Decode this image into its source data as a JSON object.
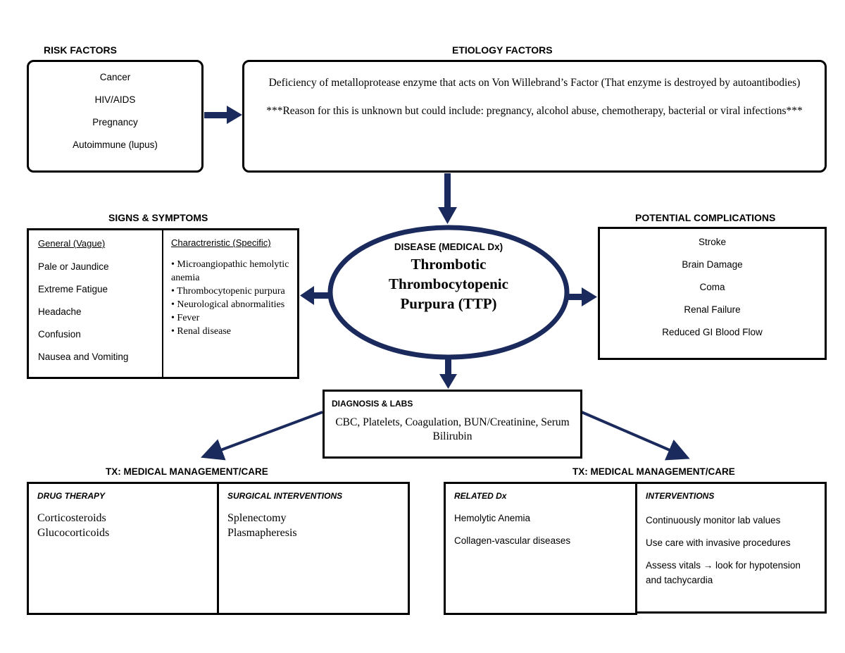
{
  "risk_factors": {
    "title": "RISK FACTORS",
    "items": [
      "Cancer",
      "HIV/AIDS",
      "Pregnancy",
      "Autoimmune (lupus)"
    ]
  },
  "etiology": {
    "title": "ETIOLOGY FACTORS",
    "line1": "Deficiency of metalloprotease enzyme that acts on Von Willebrand’s Factor (That enzyme is destroyed by autoantibodies)",
    "line2": "***Reason for this is unknown but could include: pregnancy, alcohol abuse, chemotherapy, bacterial or viral infections***"
  },
  "signs": {
    "title": "SIGNS & SYMPTOMS",
    "general_header": "General (Vague)",
    "general_items": [
      "Pale or Jaundice",
      "Extreme Fatigue",
      "Headache",
      "Confusion",
      "Nausea and Vomiting"
    ],
    "specific_header": "Charactreristic (Specific)",
    "specific_items": [
      "• Microangiopathic hemolytic anemia",
      "• Thrombocytopenic purpura",
      "• Neurological abnormalities",
      "• Fever",
      "• Renal disease"
    ]
  },
  "disease": {
    "label": "DISEASE (MEDICAL Dx)",
    "name_line1": "Thrombotic",
    "name_line2": "Thrombocytopenic",
    "name_line3": "Purpura (TTP)"
  },
  "complications": {
    "title": "POTENTIAL COMPLICATIONS",
    "items": [
      "Stroke",
      "Brain Damage",
      "Coma",
      "Renal Failure",
      "Reduced GI Blood Flow"
    ]
  },
  "diagnosis": {
    "title": "DIAGNOSIS & LABS",
    "text": "CBC, Platelets, Coagulation, BUN/Creatinine, Serum Bilirubin"
  },
  "tx_left": {
    "title": "TX: MEDICAL MANAGEMENT/CARE",
    "drug_header": "DRUG THERAPY",
    "drug_items": [
      "Corticosteroids",
      "Glucocorticoids"
    ],
    "surgical_header": "SURGICAL INTERVENTIONS",
    "surgical_items": [
      "Splenectomy",
      "Plasmapheresis"
    ]
  },
  "tx_right": {
    "title": "TX: MEDICAL MANAGEMENT/CARE",
    "related_header": "RELATED Dx",
    "related_items": [
      "Hemolytic Anemia",
      "Collagen-vascular diseases"
    ],
    "interventions_header": "INTERVENTIONS",
    "interventions_items": [
      "Continuously monitor lab values",
      "Use care with invasive procedures",
      "Assess vitals → look for hypotension and tachycardia"
    ]
  },
  "colors": {
    "arrow": "#1b2a5c",
    "ellipse": "#1b2a5c",
    "border": "#000000"
  }
}
